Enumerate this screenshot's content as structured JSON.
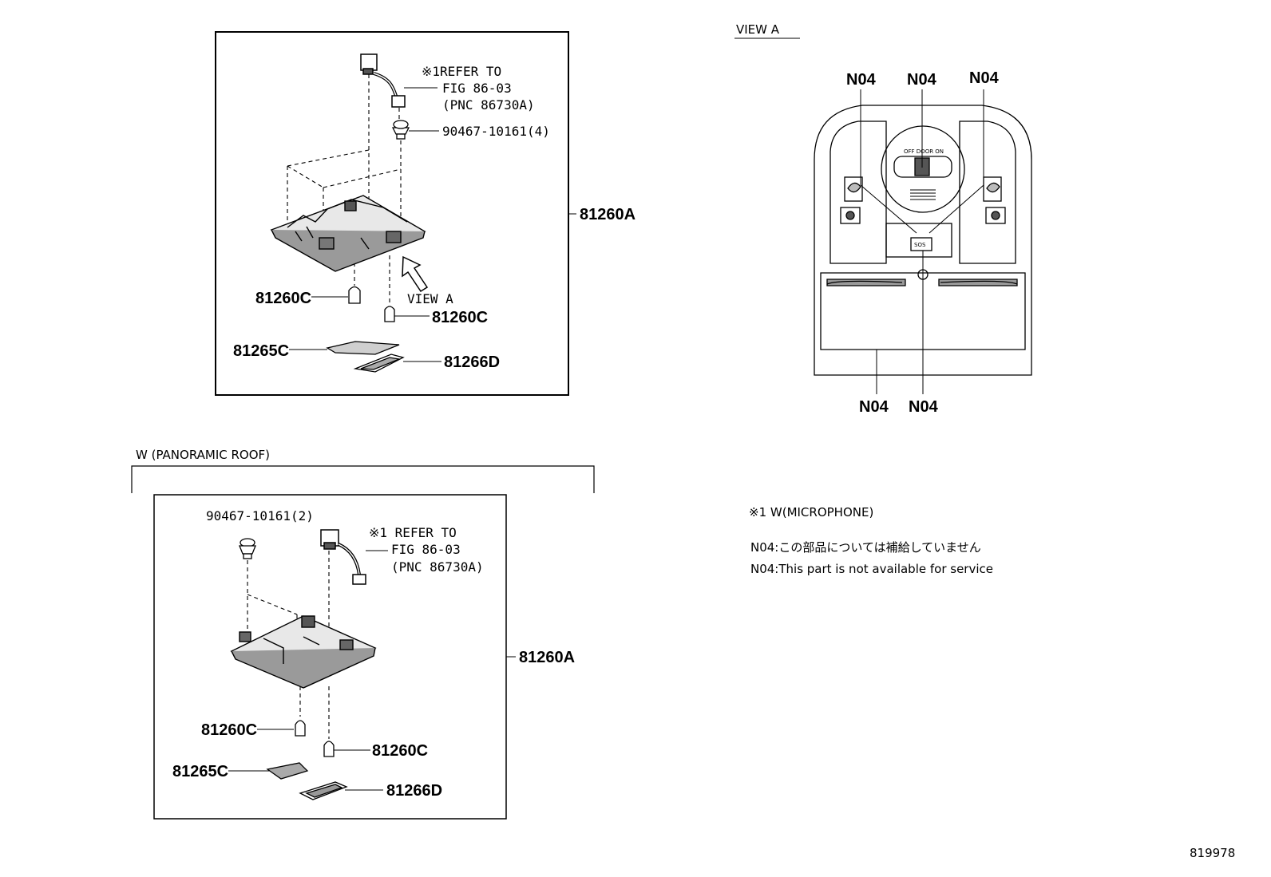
{
  "top_assembly": {
    "refer_note": [
      "※1REFER TO",
      "FIG 86-03",
      "(PNC 86730A)"
    ],
    "screw": "90467-10161(4)",
    "assembly": "81260A",
    "view_arrow_label": "VIEW A",
    "bulb_left": "81260C",
    "bulb_right": "81260C",
    "lens_1": "81265C",
    "lens_2": "81266D"
  },
  "view_a": {
    "title": "VIEW A",
    "labels_top": [
      "N04",
      "N04",
      "N04"
    ],
    "labels_bottom": [
      "N04",
      "N04"
    ],
    "switch_text": "OFF  DOOR  ON",
    "button_text": "SOS"
  },
  "bottom_section": {
    "heading": "W (PANORAMIC ROOF)",
    "screw": "90467-10161(2)",
    "refer_note": [
      "※1 REFER TO",
      "FIG 86-03",
      "(PNC 86730A)"
    ],
    "assembly": "81260A",
    "bulb_left": "81260C",
    "bulb_right": "81260C",
    "lens_1": "81265C",
    "lens_2": "81266D"
  },
  "notes": {
    "note1": "※1 W(MICROPHONE)",
    "note_jp": "N04:この部品については補給していません",
    "note_en": "N04:This part is not available for service"
  },
  "figure_number": "819978"
}
